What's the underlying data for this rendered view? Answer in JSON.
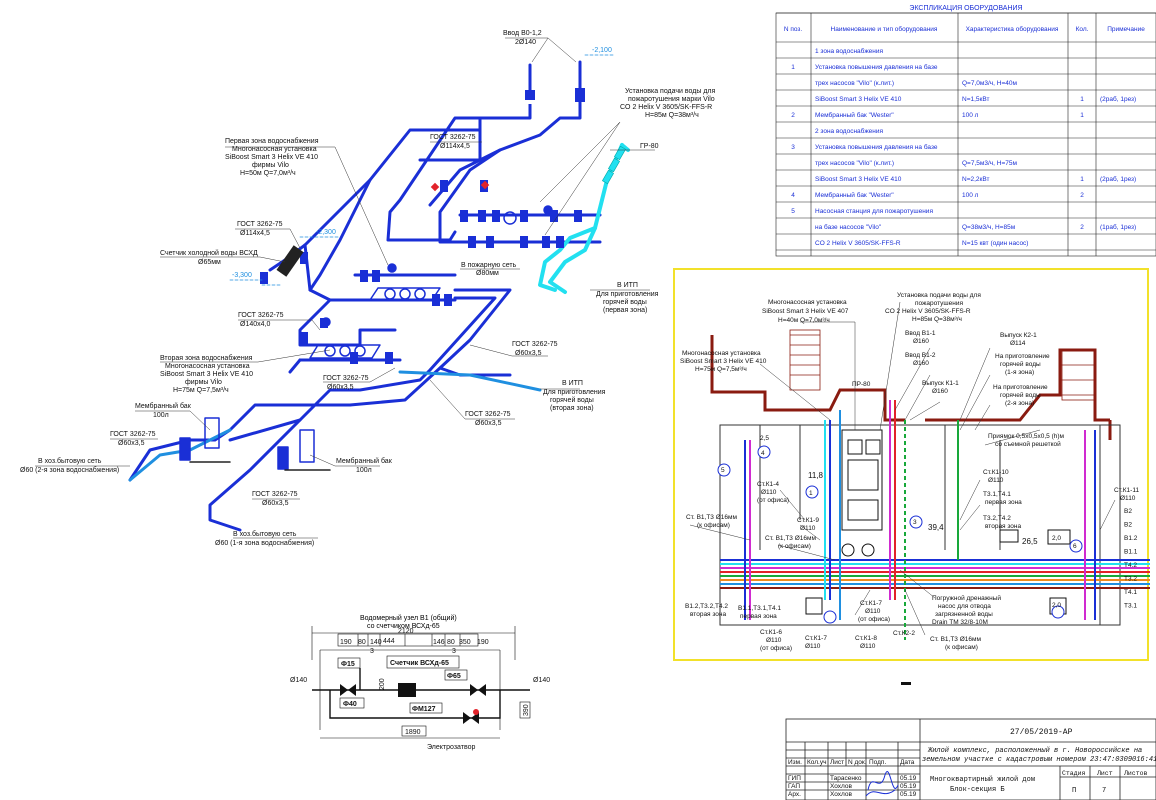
{
  "colors": {
    "blue": "#1a2fd6",
    "lightblue": "#1f8fe0",
    "cyan": "#22e0f0",
    "red": "#e2232a",
    "brown": "#8a1b10",
    "yellow": "#f2e12a",
    "green": "#18a83a",
    "magenta": "#d02ad0",
    "orange": "#f08a1c"
  },
  "spec": {
    "title": "ЭКСПЛИКАЦИЯ ОБОРУДОВАНИЯ",
    "headers": [
      "N поз.",
      "Наименование и тип оборудования",
      "Характеристика оборудования",
      "Кол.",
      "Примечание"
    ],
    "rows": [
      [
        "",
        "1 зона водоснабжения",
        "",
        "",
        ""
      ],
      [
        "1",
        "Установка повышения давления на базе",
        "",
        "",
        ""
      ],
      [
        "",
        "трех насосов \"Vilo\"          (к.лит.)",
        "Q=7,0м3/ч, Н=40м",
        "",
        ""
      ],
      [
        "",
        "SiBoost Smart 3 Helix VE 410",
        "N=1,5кВт",
        "1",
        "(2раб, 1рез)"
      ],
      [
        "2",
        "Мембранный бак          \"Wester\"",
        "100 л",
        "1",
        ""
      ],
      [
        "",
        "2 зона водоснабжения",
        "",
        "",
        ""
      ],
      [
        "3",
        "Установка повышения давления на базе",
        "",
        "",
        ""
      ],
      [
        "",
        "трех насосов \"Vilo\"          (к.лит.)",
        "Q=7,5м3/ч, Н=75м",
        "",
        ""
      ],
      [
        "",
        "SiBoost Smart 3 Helix VE 410",
        "N=2,2кВт",
        "1",
        "(2раб, 1рез)"
      ],
      [
        "4",
        "Мембранный бак          \"Wester\"",
        "100 л",
        "2",
        ""
      ],
      [
        "5",
        "Насосная станция   для пожаротушения",
        "",
        "",
        ""
      ],
      [
        "",
        "на базе насосов \"Vilo\"",
        "Q=38м3/ч, Н=85м",
        "2",
        "(1раб, 1рез)"
      ],
      [
        "",
        "CO 2 Helix V 3605/SK-FFS-R",
        "N=15 квт (один насос)",
        "",
        ""
      ]
    ]
  },
  "iso": {
    "input": "Ввод В0-1,2",
    "input_d": "2Ø140",
    "level_top": "-2,100",
    "level_mid": "-2,300",
    "level_low": "-3,300",
    "fire_unit": [
      "Установка подачи воды для",
      "пожаротушения марки Vilo",
      "CO 2 Helix V 3605/SK-FFS-R",
      "H=85м Q=38м³/ч"
    ],
    "gost1": "ГОСТ 3262-75",
    "gost1_d": "Ø114х4,5",
    "zone1": [
      "Первая зона водоснабжения",
      "Многонасосная установка",
      "SiBoost Smart 3 Helix VE 410",
      "фирмы Vilo",
      "H=50м Q=7,0м³/ч"
    ],
    "gost2": "ГОСТ 3262-75",
    "gost2_d": "Ø114х4,5",
    "meter": "Счетчик холодной воды ВСХД",
    "meter_d": "Ø65мм",
    "gp": "ГР-80",
    "fire_net": "В пожарную сеть",
    "fire_net_d": "Ø80мм",
    "gost3": "ГОСТ 3262-75",
    "gost3_d": "Ø140х4,0",
    "itp1": [
      "В ИТП",
      "Для приготовления",
      "горячей воды",
      "(первая зона)"
    ],
    "gost4": "ГОСТ 3262-75",
    "gost4_d": "Ø60х3,5",
    "zone2": [
      "Вторая зона водоснабжения",
      "Многонасосная установка",
      "SiBoost Smart 3 Helix VE 410",
      "фирмы Vilo",
      "H=75м Q=7,5м³/ч"
    ],
    "gost5": "ГОСТ 3262-75",
    "gost5_d": "Ø60х3,5",
    "itp2": [
      "В ИТП",
      "Для приготовления",
      "горячей воды",
      "(вторая зона)"
    ],
    "gost6": "ГОСТ 3262-75",
    "gost6_d": "Ø60х3,5",
    "tank1": "Мембранный бак",
    "tank1_v": "100л",
    "gost7": "ГОСТ 3262-75",
    "gost7_d": "Ø60х3,5",
    "house2": "В хоз.бытовую сеть",
    "house2_d": "Ø60 (2-я зона водоснабжения)",
    "tank2": "Мембранный бак",
    "tank2_v": "100л",
    "gost8": "ГОСТ 3262-75",
    "gost8_d": "Ø60х3,5",
    "house1": "В хоз.бытовую сеть",
    "house1_d": "Ø60 (1-я зона водоснабжения)"
  },
  "meter_node": {
    "title": "Водомерный узел В1 (общий)",
    "subtitle": "со счетчиком ВСХд-65",
    "dims_top": [
      "190",
      "80",
      "140",
      "146",
      "80",
      "350",
      "190"
    ],
    "dim_2120": "2120",
    "dim_444": "444",
    "dim_3": "3",
    "f15": "Ф15",
    "meter": "Счетчик ВСХд-65",
    "f65": "Ф65",
    "f40": "Ф40",
    "fm127": "ФМ127",
    "d_left": "Ø140",
    "d_right": "Ø140",
    "d200": "200",
    "d390": "390",
    "d1890": "1890",
    "valve": "Электрозатвор"
  },
  "plan": {
    "u1": [
      "Многонасосная установка",
      "SiBoost Smart 3 Helix VE 407",
      "H=40м Q=7,0м³/ч"
    ],
    "u2": [
      "Установка подачи воды для",
      "пожаротушения",
      "CO 2 Helix V 3605/SK-FFS-R",
      "H=85м Q=38м³/ч"
    ],
    "u3": [
      "Многонасосная установка",
      "SiBoost Smart 3 Helix VE 410",
      "H=75м Q=7,5м³/ч"
    ],
    "in1": "Ввод В1-1",
    "in1d": "Ø160",
    "in2": "Ввод В1-2",
    "in2d": "Ø160",
    "out1": "Выпуск К1-1",
    "out1d": "Ø160",
    "out2": "Выпуск К2-1",
    "out2d": "Ø114",
    "hw1": [
      "На приготовление",
      "горячей воды",
      "(1-я зона)"
    ],
    "hw2": [
      "На приготовление",
      "горячей воды",
      "(2-я зона)"
    ],
    "pr80": "ПР-80",
    "pit": [
      "Приямок 0,5х0,5х0,5 (h)м",
      "со съемной решеткой"
    ],
    "k110": "Ст.К1-10",
    "k110d": "Ø110",
    "t31": [
      "Т3.1,Т4.1",
      "первая зона"
    ],
    "t32": [
      "Т3.2,Т4.2",
      "вторая зона"
    ],
    "k14": "Ст.К1-4",
    "k14d": "Ø110",
    "k14n": "(от офиса)",
    "k19": "Ст.К1-9",
    "k19d": "Ø110",
    "b13a": "Ст. В1,Т3 Ø16мм",
    "b13an": "(к офисам)",
    "b13b": "Ст. В1,Т3 Ø16мм",
    "b13bn": "(к офисам)",
    "k17a": "Ст.К1-7",
    "k17ad": "Ø110",
    "k17an": "(от офиса)",
    "k17b": "Ст.К1-7",
    "k17bd": "Ø110",
    "k18": "Ст.К1-8",
    "k18d": "Ø110",
    "k16": "Ст.К1-6",
    "k16d": "Ø110",
    "k16n": "(от офиса)",
    "k22": "Ст.К2-2",
    "b13c": "Ст. В1,Т3 Ø16мм",
    "b13cn": "(к офисам)",
    "drain": [
      "Погружной дренажный",
      "насос для отвода",
      "загрязненной воды",
      "Drain TM 32/8-10M"
    ],
    "b12": [
      "В1.2,Т3.2,Т4.2",
      "вторая зона"
    ],
    "b11": [
      "В1.1,Т3.1,Т4.1",
      "первая зона"
    ],
    "k111": "Ст.К1-11",
    "k111d": "Ø110",
    "risers": [
      "В2",
      "В2",
      "В1.2",
      "В1.1",
      "Т4.2",
      "Т3.2",
      "Т4.1",
      "Т3.1"
    ],
    "m25": "2,5",
    "m118": "11,8",
    "m394": "39,4",
    "m265": "26,5",
    "m20a": "2,0",
    "m20b": "2,0",
    "c1": "1",
    "c4": "4",
    "c5": "5",
    "c6": "6",
    "c3": "3"
  },
  "stamp": {
    "code": "27/05/2019-АР",
    "project": [
      "Жилой комплекс, расположенный в г. Новороссийске на",
      "земельном участке с кадастровым номером 23:47:0309016:4152"
    ],
    "cols": [
      "Изм.",
      "Кол.уч",
      "Лист",
      "N док.",
      "Подп.",
      "Дата"
    ],
    "people": [
      [
        "ГИП",
        "Тарасенко",
        "05.19"
      ],
      [
        "ГАП",
        "Хохлов",
        "05.19"
      ],
      [
        "Арх.",
        "Хохлов",
        "05.19"
      ]
    ],
    "building": [
      "Многоквартирный жилой дом",
      "Блок-секция Б"
    ],
    "stage_h": "Стадия",
    "sheet_h": "Лист",
    "sheets_h": "Листов",
    "stage": "П",
    "sheet": "7"
  }
}
